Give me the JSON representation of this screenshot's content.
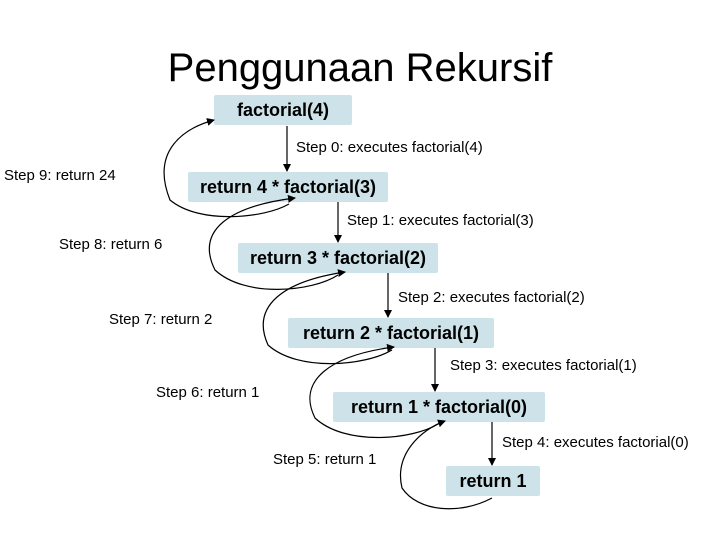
{
  "title": "Penggunaan Rekursif",
  "boxes": [
    "factorial(4)",
    "return 4 * factorial(3)",
    "return 3 * factorial(2)",
    "return 2 * factorial(1)",
    "return 1 * factorial(0)",
    "return 1"
  ],
  "steps_down": [
    "Step 0: executes factorial(4)",
    "Step 1: executes factorial(3)",
    "Step 2: executes factorial(2)",
    "Step 3: executes factorial(1)",
    "Step 4: executes factorial(0)"
  ],
  "steps_up": [
    "Step 5: return 1",
    "Step 6: return 1",
    "Step 7: return 2",
    "Step 8: return 6",
    "Step 9: return 24"
  ],
  "colors": {
    "box_fill": "#cde3e9",
    "line": "#000000"
  }
}
